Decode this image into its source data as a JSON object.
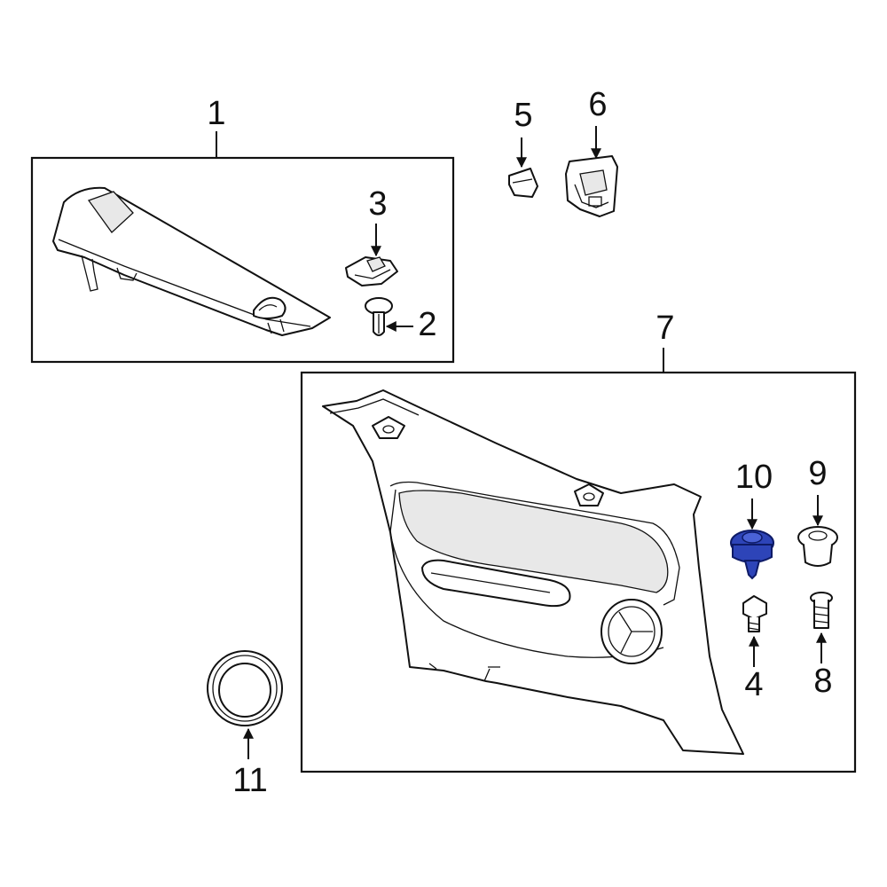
{
  "callouts": {
    "c1": "1",
    "c2": "2",
    "c3": "3",
    "c4": "4",
    "c5": "5",
    "c6": "6",
    "c7": "7",
    "c8": "8",
    "c9": "9",
    "c10": "10",
    "c11": "11"
  },
  "colors": {
    "highlight": "#2d44b8",
    "line": "#111111",
    "background": "#ffffff"
  },
  "highlighted_part": "10"
}
